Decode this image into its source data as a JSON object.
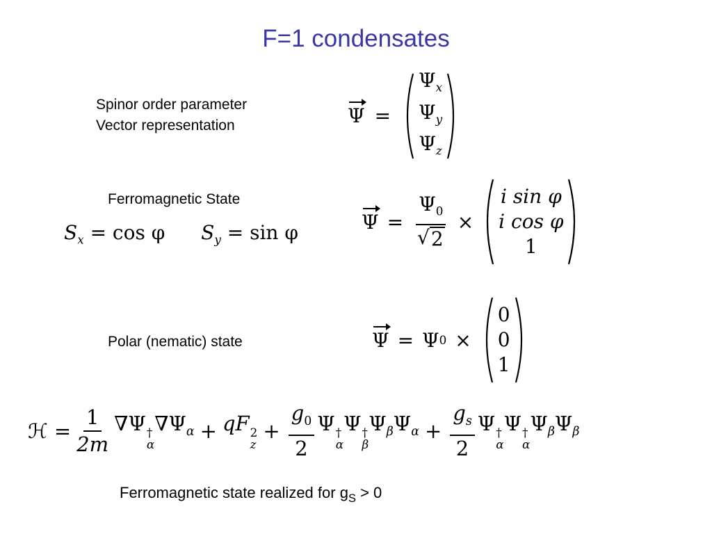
{
  "title": "F=1 condensates",
  "labels": {
    "spinor_line1": "Spinor order parameter",
    "spinor_line2": "Vector representation",
    "ferro": "Ferromagnetic State",
    "polar": "Polar (nematic) state",
    "footer_text": "Ferromagnetic state realized for g",
    "footer_sub": "S",
    "footer_tail": " > 0"
  },
  "equations": {
    "psi_symbol": "Ψ",
    "equals": "=",
    "times": "×",
    "vector_components": [
      "Ψ",
      "Ψ",
      "Ψ"
    ],
    "vector_subscripts": [
      "x",
      "y",
      "z"
    ],
    "ferro_components": [
      "i sin φ",
      "i cos φ",
      "1"
    ],
    "polar_components": [
      "0",
      "0",
      "1"
    ],
    "ferro_prefactor_num": "Ψ",
    "ferro_prefactor_num_sub": "0",
    "ferro_prefactor_den": "2",
    "sx_eq": "= cos φ",
    "sy_eq": "= sin φ",
    "hamiltonian_lhs": "ℋ =",
    "half_num": "1",
    "half_den": "2m",
    "g0_num": "g",
    "g0_sub": "0",
    "gs_num": "g",
    "gs_sub": "s",
    "den_2": "2"
  }
}
